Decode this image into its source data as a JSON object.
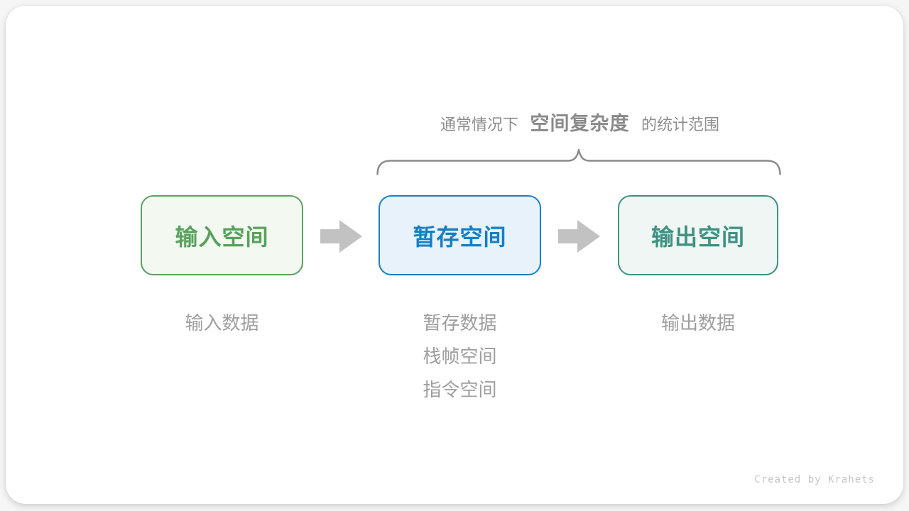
{
  "title": {
    "prefix": "通常情况下",
    "highlight": "空间复杂度",
    "suffix": "的统计范围"
  },
  "boxes": [
    {
      "id": "input-space",
      "label": "输入空间",
      "border": "#5ca05f",
      "background": "#f3f8f0",
      "text_color": "#58a15c"
    },
    {
      "id": "temp-space",
      "label": "暂存空间",
      "border": "#1b7fc6",
      "background": "#e7f2fb",
      "text_color": "#157fc4"
    },
    {
      "id": "output-space",
      "label": "输出空间",
      "border": "#3f9181",
      "background": "#eff6f3",
      "text_color": "#3f9181"
    }
  ],
  "notes": [
    {
      "under": "input-space",
      "lines": [
        "输入数据"
      ]
    },
    {
      "under": "temp-space",
      "lines": [
        "暂存数据",
        "栈帧空间",
        "指令空间"
      ]
    },
    {
      "under": "output-space",
      "lines": [
        "输出数据"
      ]
    }
  ],
  "icons": {
    "arrow": "right-block-arrow",
    "brace": "horizontal-curly-brace"
  },
  "colors": {
    "caption_gray": "#8d8d8d",
    "brace_gray": "#8c8c8c",
    "arrow_gray": "#c2c2c2",
    "note_gray": "#9e9e9e",
    "card_background": "#ffffff"
  },
  "watermark": "Created by Krahets"
}
